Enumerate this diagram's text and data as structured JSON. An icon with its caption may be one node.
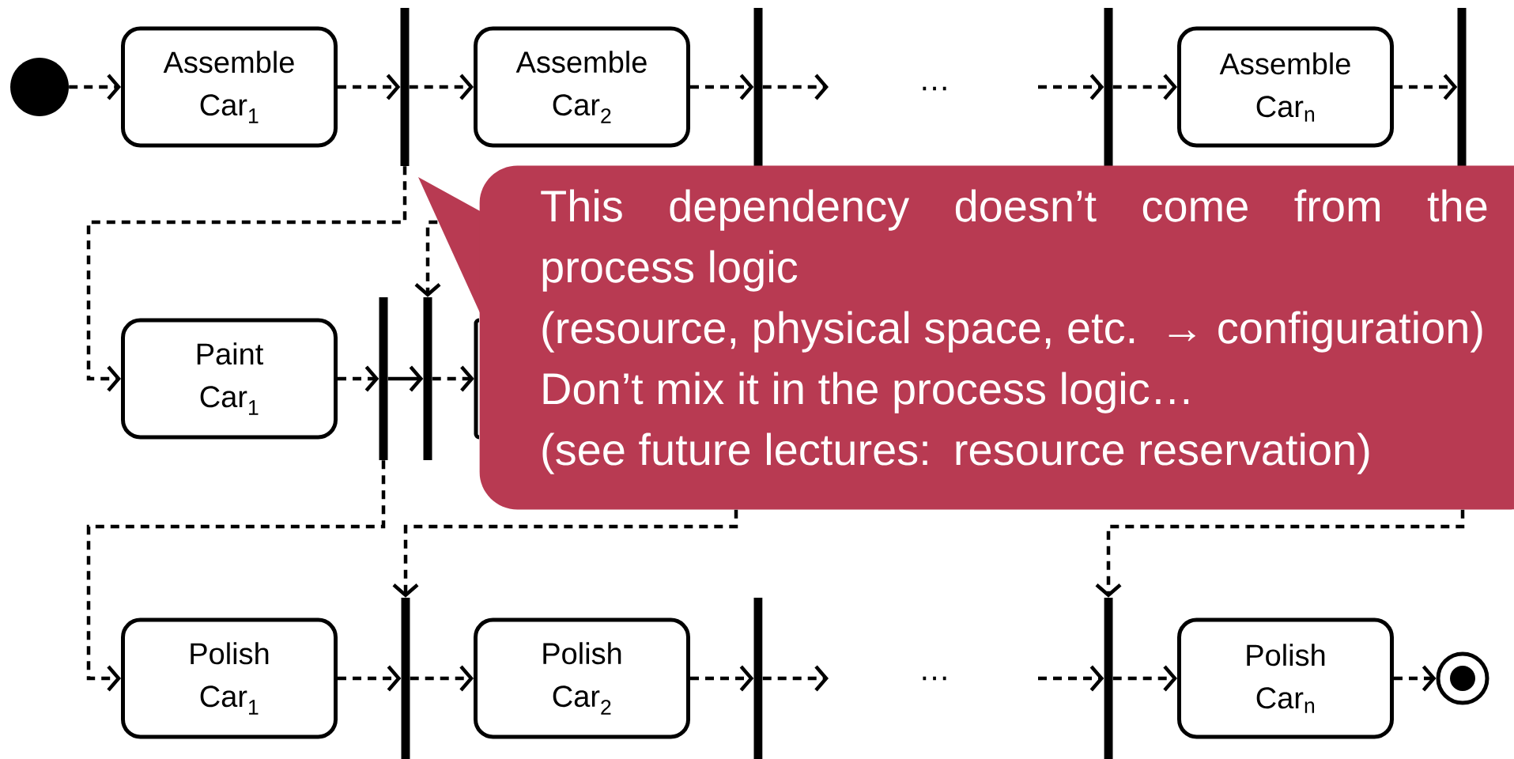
{
  "diagram": {
    "nodes": [
      {
        "text": [],
        "shape": "circle"
      },
      {
        "text": [
          "Assemble Car$_{1}$"
        ]
      },
      {
        "text": [],
        "shape": "bar"
      },
      {
        "text": [
          "Assemble Car$_{2}$"
        ]
      },
      {
        "text": [],
        "shape": "bar"
      },
      {
        "text": [],
        "shape": "bar"
      },
      {
        "text": [
          "Assemble Car$_{n}$"
        ]
      },
      {
        "text": [],
        "shape": "bar"
      },
      {
        "text": [
          "Paint Car$_{1}$"
        ]
      },
      {
        "text": [],
        "shape": "bar"
      },
      {
        "text": [],
        "shape": "bar"
      },
      {
        "text": [],
        "shape": "box"
      },
      {
        "text": [
          "This dependency doesn’t come from the process logic",
          "(resource, physical space, etc. → configuration)",
          "Don’t mix it in the process logic…",
          "(see future lectures: resource reservation)"
        ]
      },
      {
        "text": [
          "Polish Car$_{1}$"
        ]
      },
      {
        "text": [],
        "shape": "bar"
      },
      {
        "text": [
          "Polish Car$_{2}$"
        ]
      },
      {
        "text": [],
        "shape": "bar"
      },
      {
        "text": [],
        "shape": "bar"
      },
      {
        "text": [
          "Polish Car$_{n}$"
        ]
      },
      {
        "text": [],
        "shape": "circle"
      }
    ],
    "edges": [
      {
        "from": 0,
        "to": 1,
        "arrow": "to",
        "style": "dashed"
      },
      {
        "from": 1,
        "to": 2,
        "arrow": "to",
        "style": "dashed"
      },
      {
        "from": 2,
        "to": 3,
        "arrow": "to",
        "style": "dashed"
      },
      {
        "from": 3,
        "to": 4,
        "arrow": "to",
        "style": "dashed"
      },
      {
        "from": 4,
        "to": null,
        "arrow": "to",
        "style": "dashed"
      },
      {
        "from": null,
        "to": 5,
        "arrow": "to",
        "style": "dashed"
      },
      {
        "from": 5,
        "to": 6,
        "arrow": "to",
        "style": "dashed"
      },
      {
        "from": 6,
        "to": 7,
        "arrow": "to",
        "style": "dashed"
      },
      {
        "from": 2,
        "to": 8,
        "arrow": "to",
        "style": "dashed"
      },
      {
        "from": 12,
        "to": 10,
        "arrow": "to",
        "style": "dashed"
      },
      {
        "from": 8,
        "to": 9,
        "arrow": "to",
        "style": "dashed"
      },
      {
        "from": 9,
        "to": 10,
        "arrow": "to"
      },
      {
        "from": 10,
        "to": 11,
        "arrow": "to",
        "style": "dashed"
      },
      {
        "from": 9,
        "to": 13,
        "arrow": "to",
        "style": "dashed"
      },
      {
        "from": 12,
        "to": 14,
        "arrow": "to",
        "style": "dashed"
      },
      {
        "from": 12,
        "to": 17,
        "arrow": "to",
        "style": "dashed"
      },
      {
        "from": 13,
        "to": 14,
        "arrow": "to",
        "style": "dashed"
      },
      {
        "from": 14,
        "to": 15,
        "arrow": "to",
        "style": "dashed"
      },
      {
        "from": 15,
        "to": 16,
        "arrow": "to",
        "style": "dashed"
      },
      {
        "from": 16,
        "to": null,
        "arrow": "to",
        "style": "dashed"
      },
      {
        "from": null,
        "to": 17,
        "arrow": "to",
        "style": "dashed"
      },
      {
        "from": 17,
        "to": 18,
        "arrow": "to",
        "style": "dashed"
      },
      {
        "from": 18,
        "to": 19,
        "arrow": "to",
        "style": "dashed"
      }
    ],
    "labels": [
      "…",
      "…"
    ]
  }
}
